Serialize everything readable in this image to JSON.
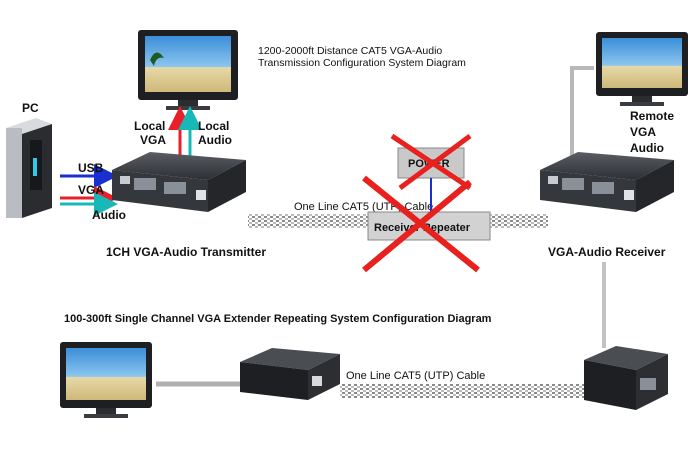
{
  "top_title": {
    "line1": "1200-2000ft Distance CAT5 VGA-Audio",
    "line2": "Transmission Configuration System Diagram"
  },
  "pc_label": "PC",
  "signals": {
    "usb": "USB",
    "vga": "VGA",
    "audio": "Audio"
  },
  "local": {
    "vga_1": "Local",
    "vga_2": "VGA",
    "audio_1": "Local",
    "audio_2": "Audio"
  },
  "remote": {
    "line1": "Remote",
    "line2": "VGA",
    "line3": "Audio"
  },
  "cable_top": "One Line CAT5 (UTP) Cable",
  "power_label": "POWER",
  "repeater_label": "Receiver Repeater",
  "transmitter_label": "1CH VGA-Audio Transmitter",
  "receiver_label": "VGA-Audio Receiver",
  "bottom_title": "100-300ft Single Channel VGA Extender Repeating System Configuration Diagram",
  "cable_bottom": "One Line CAT5 (UTP) Cable",
  "colors": {
    "usb_arrow": "#1a2fd0",
    "vga_arrow": "#e8202a",
    "audio_arrow": "#18b8b8",
    "cross": "#e8201e",
    "device_body": "#3a3d42",
    "cable": "#9a9a9a"
  }
}
